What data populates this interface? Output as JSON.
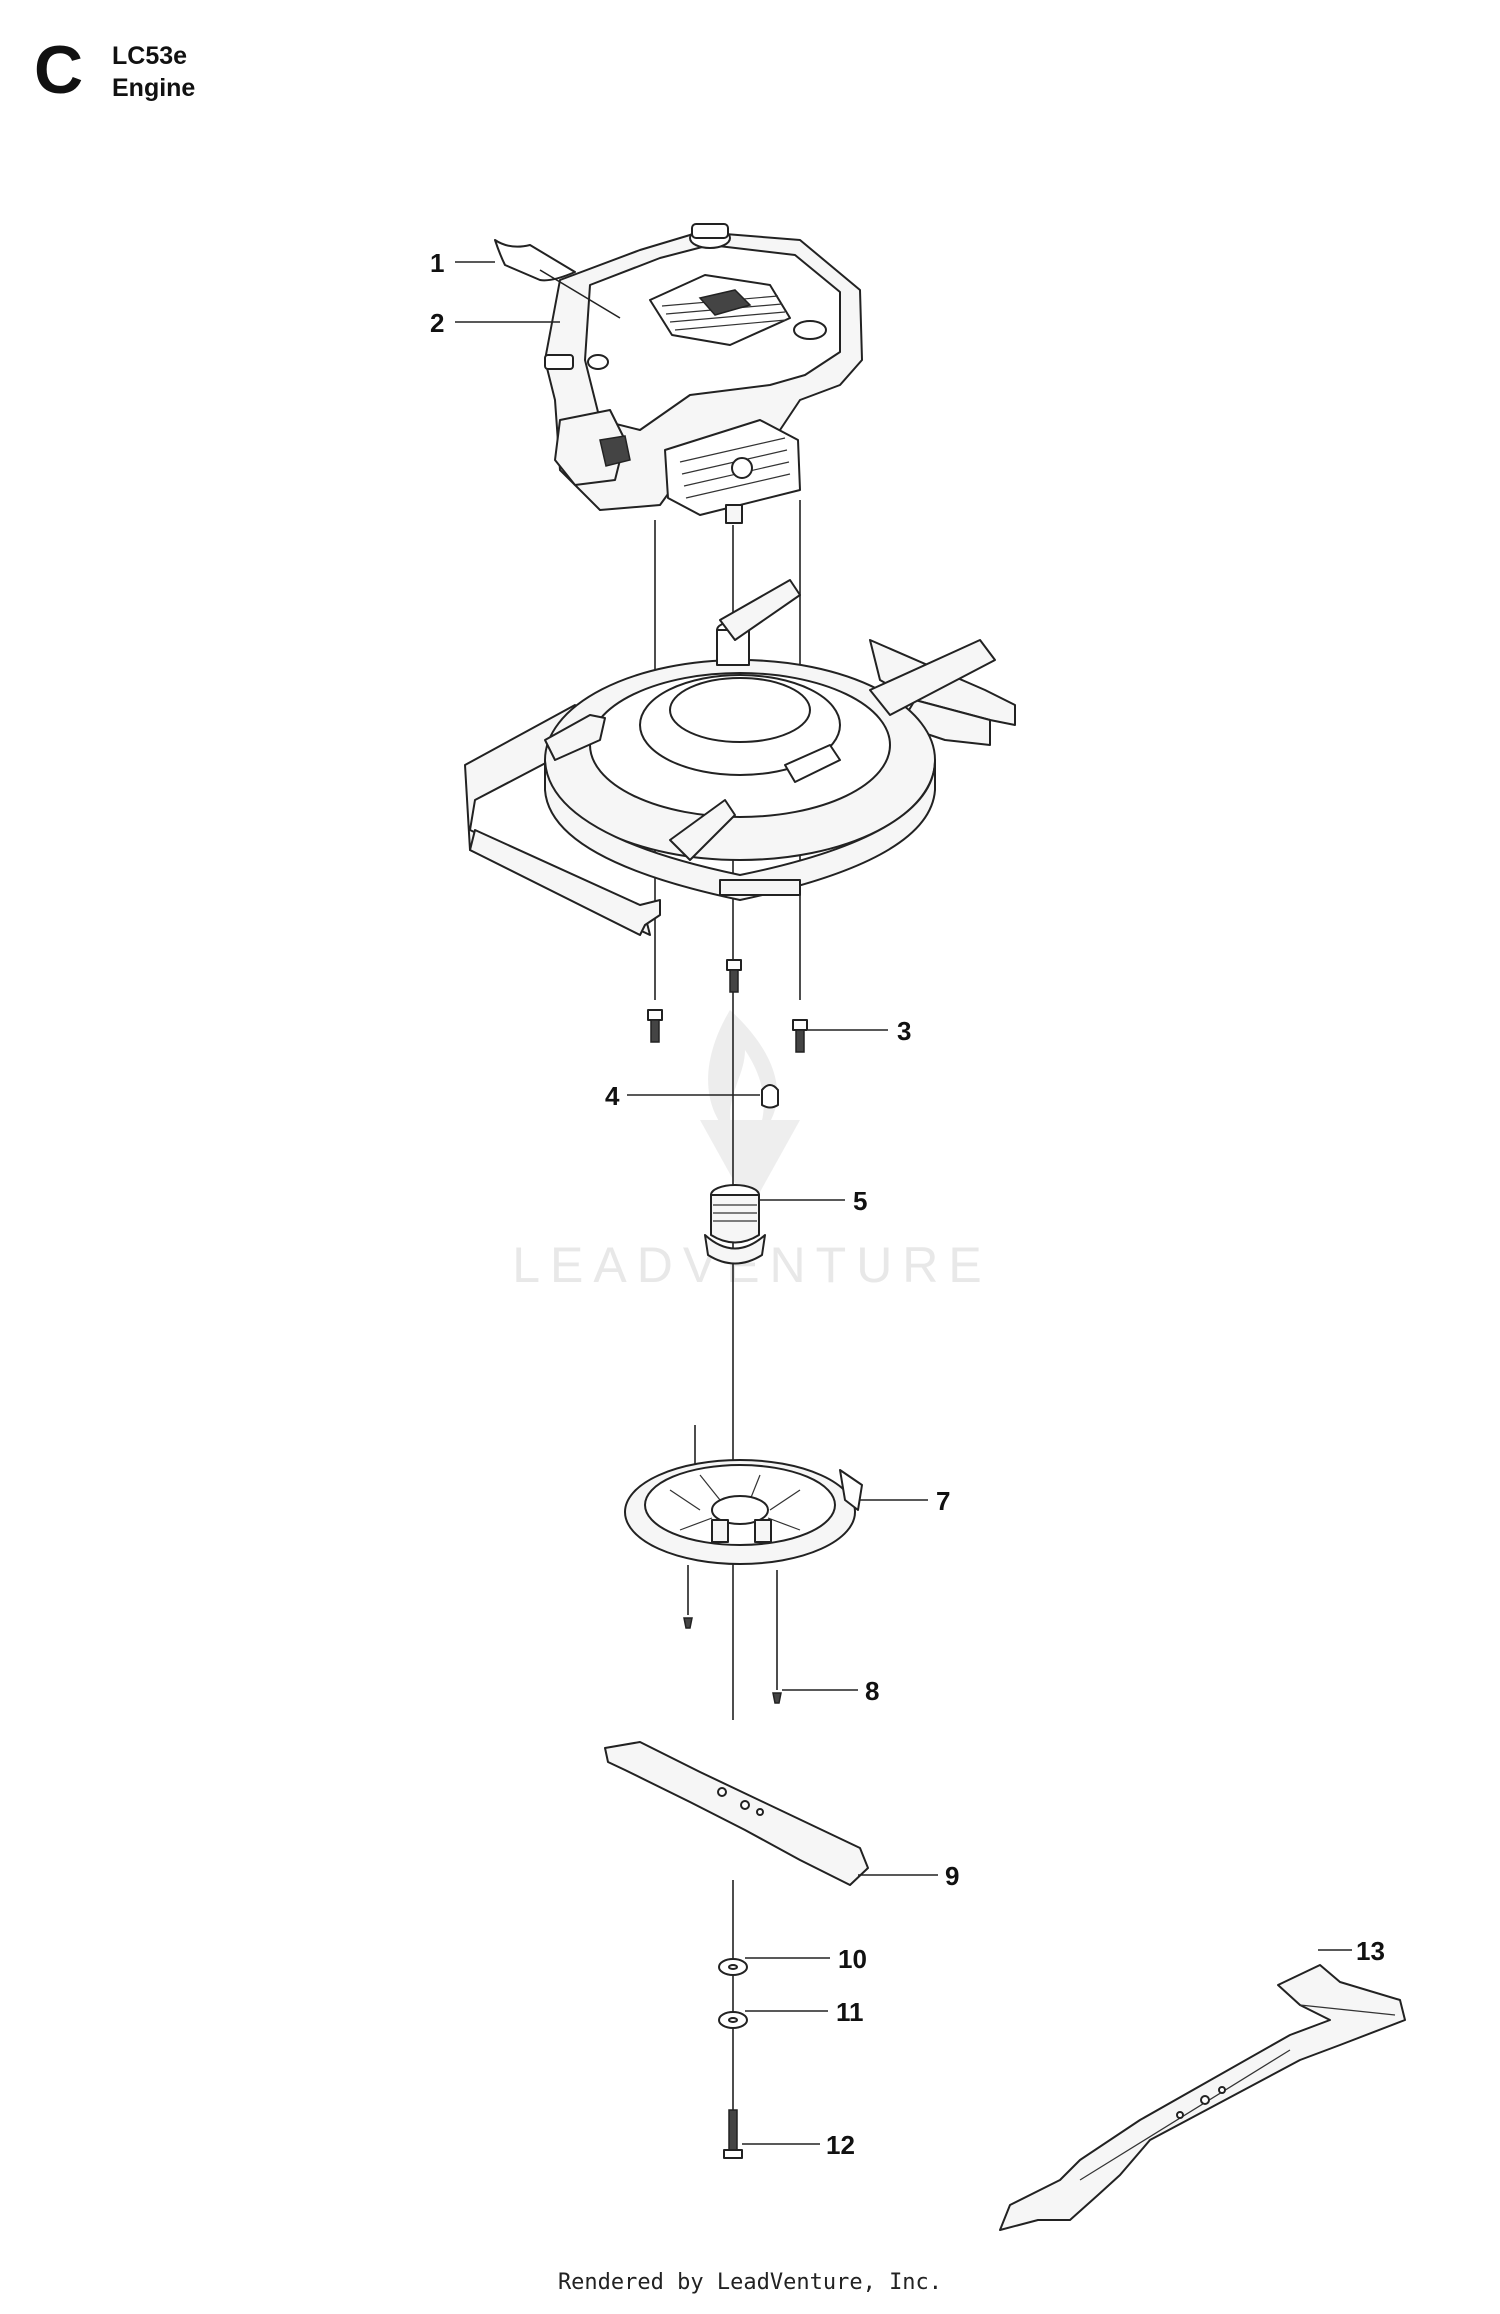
{
  "header": {
    "section_letter": "C",
    "model": "LC53e",
    "section_name": "Engine"
  },
  "watermark": "LEADVENTURE",
  "footer": "Rendered by LeadVenture, Inc.",
  "callouts": [
    {
      "number": "1"
    },
    {
      "number": "2"
    },
    {
      "number": "3"
    },
    {
      "number": "4"
    },
    {
      "number": "5"
    },
    {
      "number": "7"
    },
    {
      "number": "8"
    },
    {
      "number": "9"
    },
    {
      "number": "10"
    },
    {
      "number": "11"
    },
    {
      "number": "12"
    },
    {
      "number": "13"
    }
  ]
}
